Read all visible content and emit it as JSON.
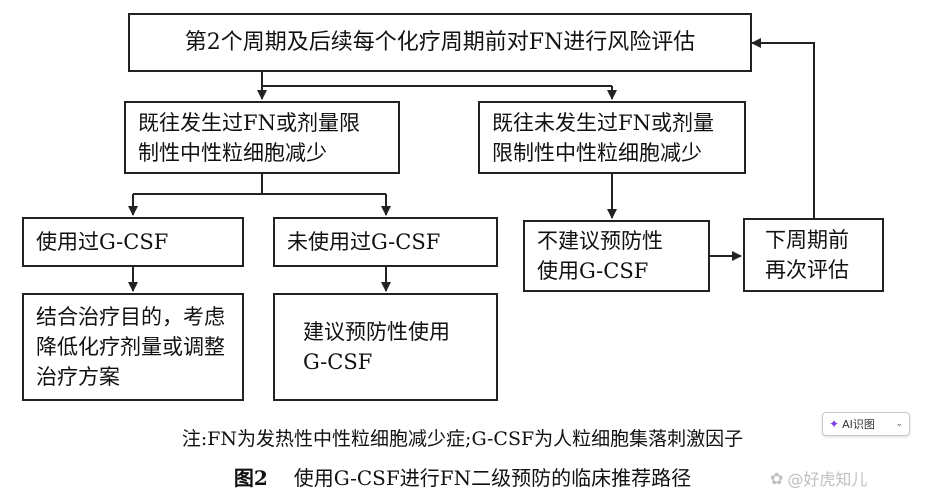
{
  "diagram": {
    "nodes": {
      "top": "第2个周期及后续每个化疗周期前对FN进行风险评估",
      "occurred": "既往发生过FN或剂量限\n制性中性粒细胞减少",
      "not_occurred": "既往未发生过FN或剂量\n限制性中性粒细胞减少",
      "used": "使用过G-CSF",
      "not_used": "未使用过G-CSF",
      "combine": "结合治疗目的，考虑\n降低化疗剂量或调整\n治疗方案",
      "recommend": "建议预防性使用\nG-CSF",
      "not_recommend": "不建议预防性\n使用G-CSF",
      "next_cycle": "下周期前\n再次评估"
    },
    "edges": [
      [
        "top",
        "occurred"
      ],
      [
        "top",
        "not_occurred"
      ],
      [
        "occurred",
        "used"
      ],
      [
        "occurred",
        "not_used"
      ],
      [
        "used",
        "combine"
      ],
      [
        "not_used",
        "recommend"
      ],
      [
        "not_occurred",
        "not_recommend"
      ],
      [
        "not_recommend",
        "next_cycle"
      ],
      [
        "next_cycle",
        "top"
      ]
    ]
  },
  "note": "注:FN为发热性中性粒细胞减少症;G-CSF为人粒细胞集落刺激因子",
  "figure": {
    "number": "图2",
    "title": "使用G-CSF进行FN二级预防的临床推荐路径"
  },
  "ai_badge": {
    "label": "AI识图",
    "icon": "sparkle-icon",
    "chevron": "chevron-down-icon"
  },
  "watermark": {
    "text": "@好虎知儿",
    "icon": "paw-icon"
  }
}
